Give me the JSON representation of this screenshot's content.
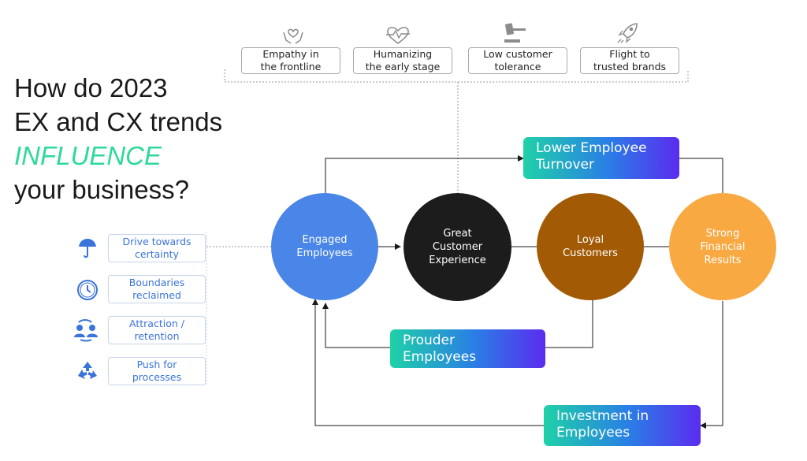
{
  "title": {
    "line1": "How do 2023",
    "line2": "EX and CX trends",
    "line3": "INFLUENCE",
    "line4": "your business?"
  },
  "top_trends": [
    {
      "label": "Empathy in\nthe frontline",
      "icon": "hands-heart-icon"
    },
    {
      "label": "Humanizing\nthe early stage",
      "icon": "heart-pulse-icon"
    },
    {
      "label": "Low customer\ntolerance",
      "icon": "gavel-icon"
    },
    {
      "label": "Flight to\ntrusted brands",
      "icon": "rocket-icon"
    }
  ],
  "left_trends": [
    {
      "label": "Drive towards\ncertainty",
      "icon": "umbrella-icon"
    },
    {
      "label": "Boundaries\nreclaimed",
      "icon": "clock-icon"
    },
    {
      "label": "Attraction /\nretention",
      "icon": "people-swap-icon"
    },
    {
      "label": "Push for\nprocesses",
      "icon": "recycle-icon"
    }
  ],
  "circles": [
    {
      "label": "Engaged\nEmployees",
      "color": "#4a86e8"
    },
    {
      "label": "Great\nCustomer\nExperience",
      "color": "#1c1c1c"
    },
    {
      "label": "Loyal\nCustomers",
      "color": "#a25a04"
    },
    {
      "label": "Strong\nFinancial\nResults",
      "color": "#f9a942"
    }
  ],
  "callouts": [
    {
      "label": "Lower Employee\nTurnover"
    },
    {
      "label": "Prouder\nEmployees"
    },
    {
      "label": "Investment in\nEmployees"
    }
  ],
  "colors": {
    "accent": "#2ed99a",
    "icon_blue": "#3a73d9",
    "icon_gray": "#8c8c8c",
    "gradient": [
      "#1fd1a8",
      "#2a7de6",
      "#5b2cf0"
    ]
  }
}
